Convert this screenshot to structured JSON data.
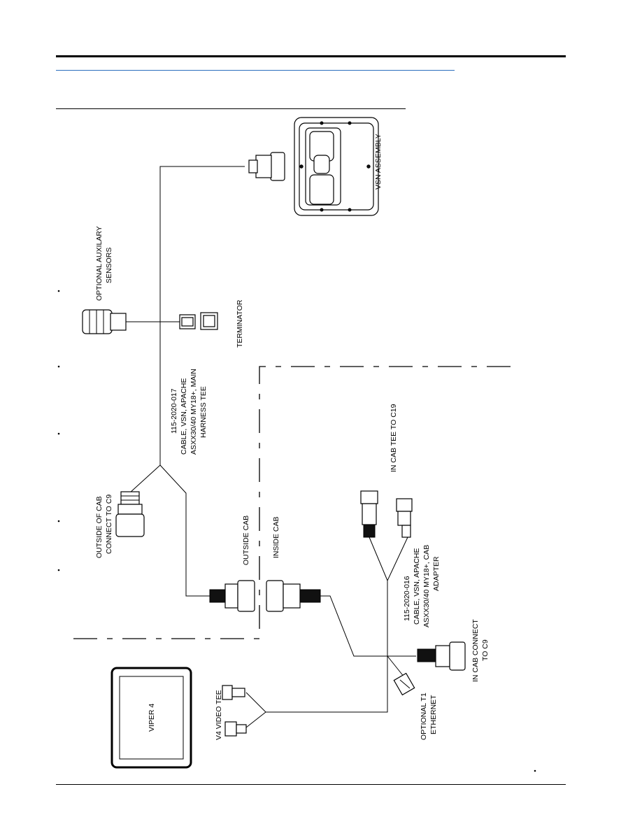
{
  "labels": {
    "vsn_assembly": "VSN ASSEMBLY",
    "optional_aux_1": "OPTIONAL AUXILARY",
    "optional_aux_2": "SENSORS",
    "terminator": "TERMINATOR",
    "main_tee_1": "115-2020-017",
    "main_tee_2": "CABLE, VSN, APACHE",
    "main_tee_3": "ASXX30/40 MY18+, MAIN",
    "main_tee_4": "HARNESS TEE",
    "outside_cab_connect_1": "OUTSIDE OF CAB",
    "outside_cab_connect_2": "CONNECT TO C9",
    "outside_cab": "OUTSIDE CAB",
    "inside_cab": "INSIDE CAB",
    "in_cab_tee": "IN CAB TEE TO C19",
    "cab_adapter_1": "115-2020-016",
    "cab_adapter_2": "CABLE, VSN, APACHE",
    "cab_adapter_3": "ASXX30/40 MY18+, CAB",
    "cab_adapter_4": "ADAPTER",
    "in_cab_connect_1": "IN CAB CONNECT",
    "in_cab_connect_2": "TO C9",
    "optional_ethernet_1": "OPTIONAL T1",
    "optional_ethernet_2": "ETHERNET",
    "v4_video_tee": "V4 VIDEO TEE",
    "viper4": "VIPER 4"
  }
}
